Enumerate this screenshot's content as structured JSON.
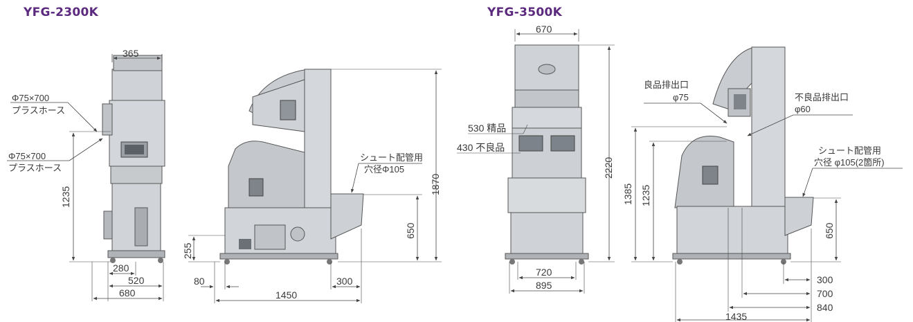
{
  "models": [
    {
      "name": "YFG-2300K"
    },
    {
      "name": "YFG-3500K"
    }
  ],
  "yfg2300k": {
    "front": {
      "width_top": "365",
      "hose1_size": "Φ75×700",
      "hose1_name": "プラスホース",
      "hose2_size": "Φ75×700",
      "hose2_name": "プラスホース",
      "height_1235": "1235",
      "base_280": "280",
      "base_520": "520",
      "base_680": "680"
    },
    "side": {
      "chute_label1": "シュート配管用",
      "chute_label2": "穴径Φ105",
      "height_1870": "1870",
      "height_650": "650",
      "height_255": "255",
      "offset_80": "80",
      "length_1450": "1450",
      "offset_300": "300"
    }
  },
  "yfg3500k": {
    "front": {
      "width_top": "670",
      "height_2220": "2220",
      "label_530": "530 精品",
      "label_430": "430 不良品",
      "base_720": "720",
      "base_895": "895"
    },
    "side": {
      "good_outlet": "良品排出口",
      "good_dia": "φ75",
      "bad_outlet": "不良品排出口",
      "bad_dia": "φ60",
      "chute_label1": "シュート配管用",
      "chute_label2": "穴径 φ105(2箇所)",
      "height_1385": "1385",
      "height_1235": "1235",
      "height_650": "650",
      "offset_300": "300",
      "offset_700": "700",
      "offset_840": "840",
      "length_1435": "1435"
    }
  }
}
